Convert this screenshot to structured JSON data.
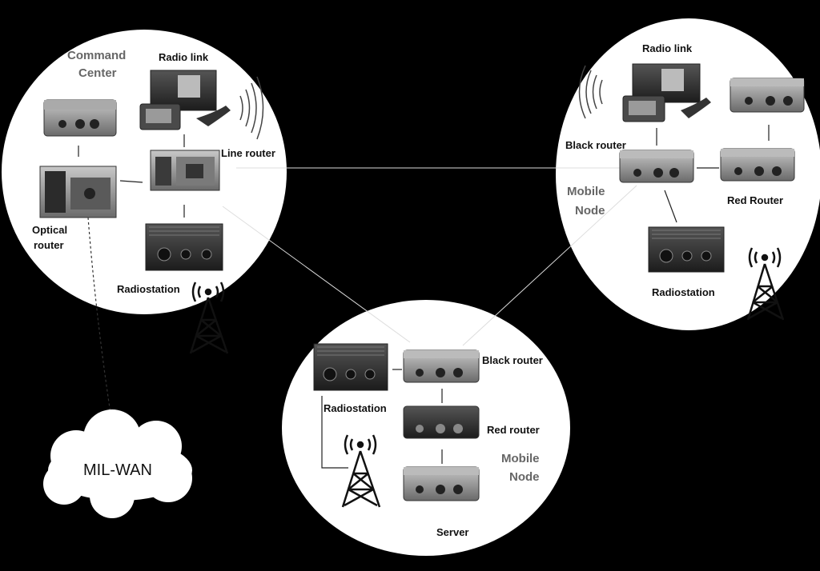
{
  "command_center": {
    "title_line1": "Command",
    "title_line2": "Center",
    "radio_link": "Radio link",
    "line_router": "Line router",
    "optical_router_line1": "Optical",
    "optical_router_line2": "router",
    "radiostation": "Radiostation"
  },
  "mobile_node_1": {
    "title_line1": "Mobile",
    "title_line2": "Node",
    "radio_link": "Radio link",
    "black_router": "Black router",
    "red_router": "Red Router",
    "radiostation": "Radiostation"
  },
  "mobile_node_2": {
    "title_line1": "Mobile",
    "title_line2": "Node",
    "black_router": "Black router",
    "red_router": "Red router",
    "radiostation": "Radiostation",
    "server": "Server"
  },
  "cloud": {
    "label": "MIL-WAN"
  },
  "colors": {
    "background": "#000000",
    "node_fill": "#ffffff",
    "device_dark": "#3a3a3a",
    "device_light": "#9a9a9a"
  }
}
